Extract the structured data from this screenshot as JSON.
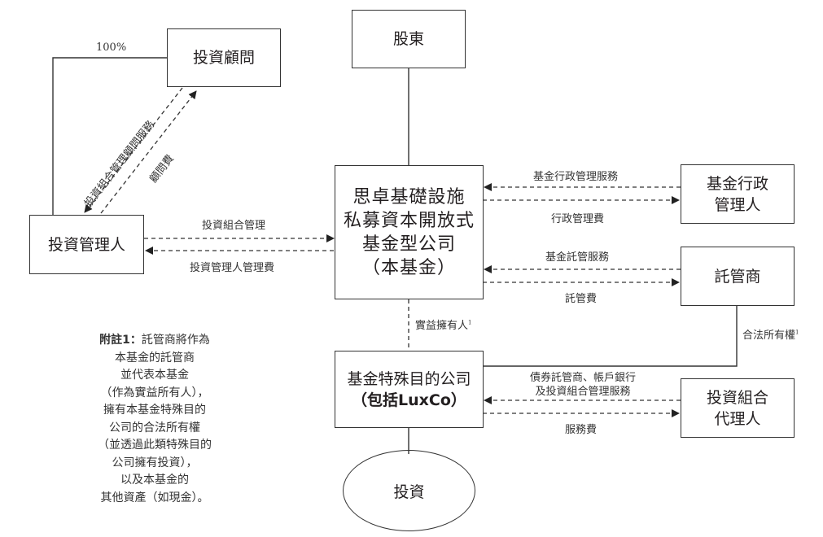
{
  "nodes": {
    "shareholders": "股東",
    "investment_advisor": "投資顧問",
    "investment_manager": "投資管理人",
    "fund": [
      "思卓基礎設施",
      "私募資本開放式",
      "基金型公司",
      "（本基金）"
    ],
    "fund_administrator": [
      "基金行政",
      "管理人"
    ],
    "custodian": "託管商",
    "fund_spv": [
      "基金特殊目的公司",
      "（包括LuxCo）"
    ],
    "portfolio_agent": [
      "投資組合",
      "代理人"
    ],
    "investments": "投資"
  },
  "edges": {
    "ownership_pct": "100%",
    "advisory_services": "投資組合管理顧問服務",
    "advisory_fee": "顧問費",
    "portfolio_management": "投資組合管理",
    "manager_fee": "投資管理人管理費",
    "admin_services": "基金行政管理服務",
    "admin_fee": "行政管理費",
    "custody_services": "基金託管服務",
    "custody_fee": "託管費",
    "beneficial_owner": "實益擁有人",
    "beneficial_owner_note": "1",
    "legal_ownership": "合法所有權",
    "legal_ownership_note": "1",
    "agent_services": [
      "債券託管商、帳戶銀行",
      "及投資組合管理服務"
    ],
    "service_fee": "服務費"
  },
  "footnote": {
    "label": "附註1：",
    "lines": [
      "託管商將作為",
      "本基金的託管商",
      "並代表本基金",
      "（作為實益所有人），",
      "擁有本基金特殊目的",
      "公司的合法所有權",
      "（並透過此類特殊目的",
      "公司擁有投資），",
      "以及本基金的",
      "其他資產（如現金）。"
    ]
  }
}
